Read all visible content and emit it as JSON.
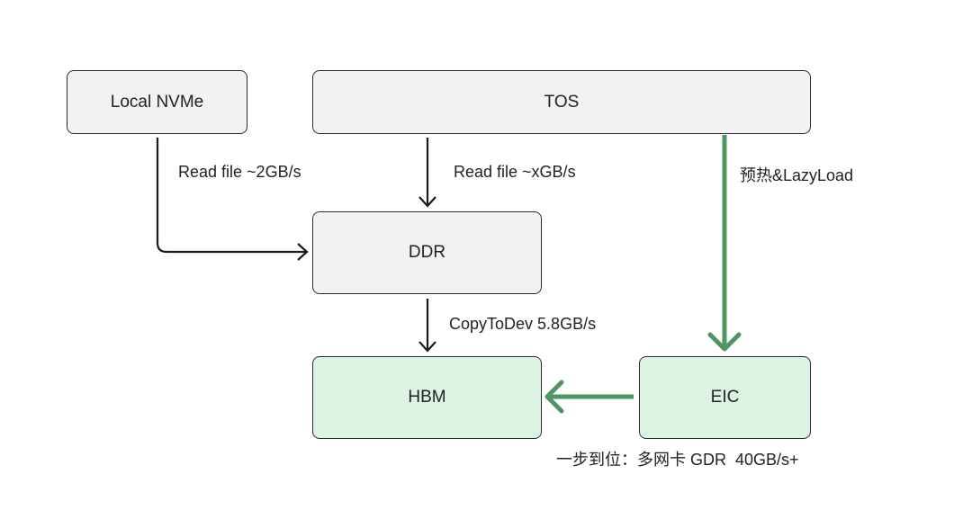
{
  "nodes": {
    "local_nvme": "Local NVMe",
    "tos": "TOS",
    "ddr": "DDR",
    "hbm": "HBM",
    "eic": "EIC"
  },
  "edges": {
    "nvme_to_ddr": "Read file ~2GB/s",
    "tos_to_ddr": "Read file ~xGB/s",
    "ddr_to_hbm": "CopyToDev 5.8GB/s",
    "tos_to_eic": "预热&LazyLoad",
    "eic_to_hbm": "一步到位：多网卡 GDR  40GB/s+"
  },
  "colors": {
    "gray_node": "#f2f2f2",
    "green_node": "#dcf2e2",
    "black_edge": "#1a1a1a",
    "green_edge": "#4f9663"
  }
}
